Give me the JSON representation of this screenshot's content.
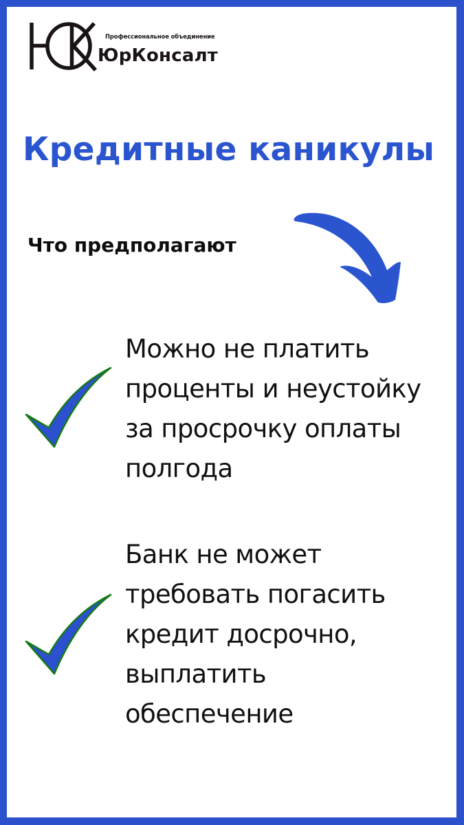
{
  "colors": {
    "frame": "#2b52cc",
    "title": "#2a55cf",
    "arrow": "#2a55cf",
    "check_fill": "#2d50d0",
    "check_outline": "#157a15",
    "text": "#111111",
    "logo": "#1a1414"
  },
  "logo": {
    "icon": "yurkonsalt-monogram-icon",
    "subtitle": "Профессиональное объединение",
    "name": "ЮрКонсалт"
  },
  "title": "Кредитные каникулы",
  "subtitle": "Что предполагают",
  "arrow_icon": "curved-arrow-down-right-icon",
  "points": [
    {
      "icon": "checkmark-icon",
      "lines": [
        "Можно не платить",
        "проценты и неустойку",
        "за просрочку оплаты",
        "полгода"
      ]
    },
    {
      "icon": "checkmark-icon",
      "lines": [
        "Банк не может",
        "требовать погасить",
        "кредит досрочно,",
        "выплатить",
        "обеспечение"
      ]
    }
  ]
}
